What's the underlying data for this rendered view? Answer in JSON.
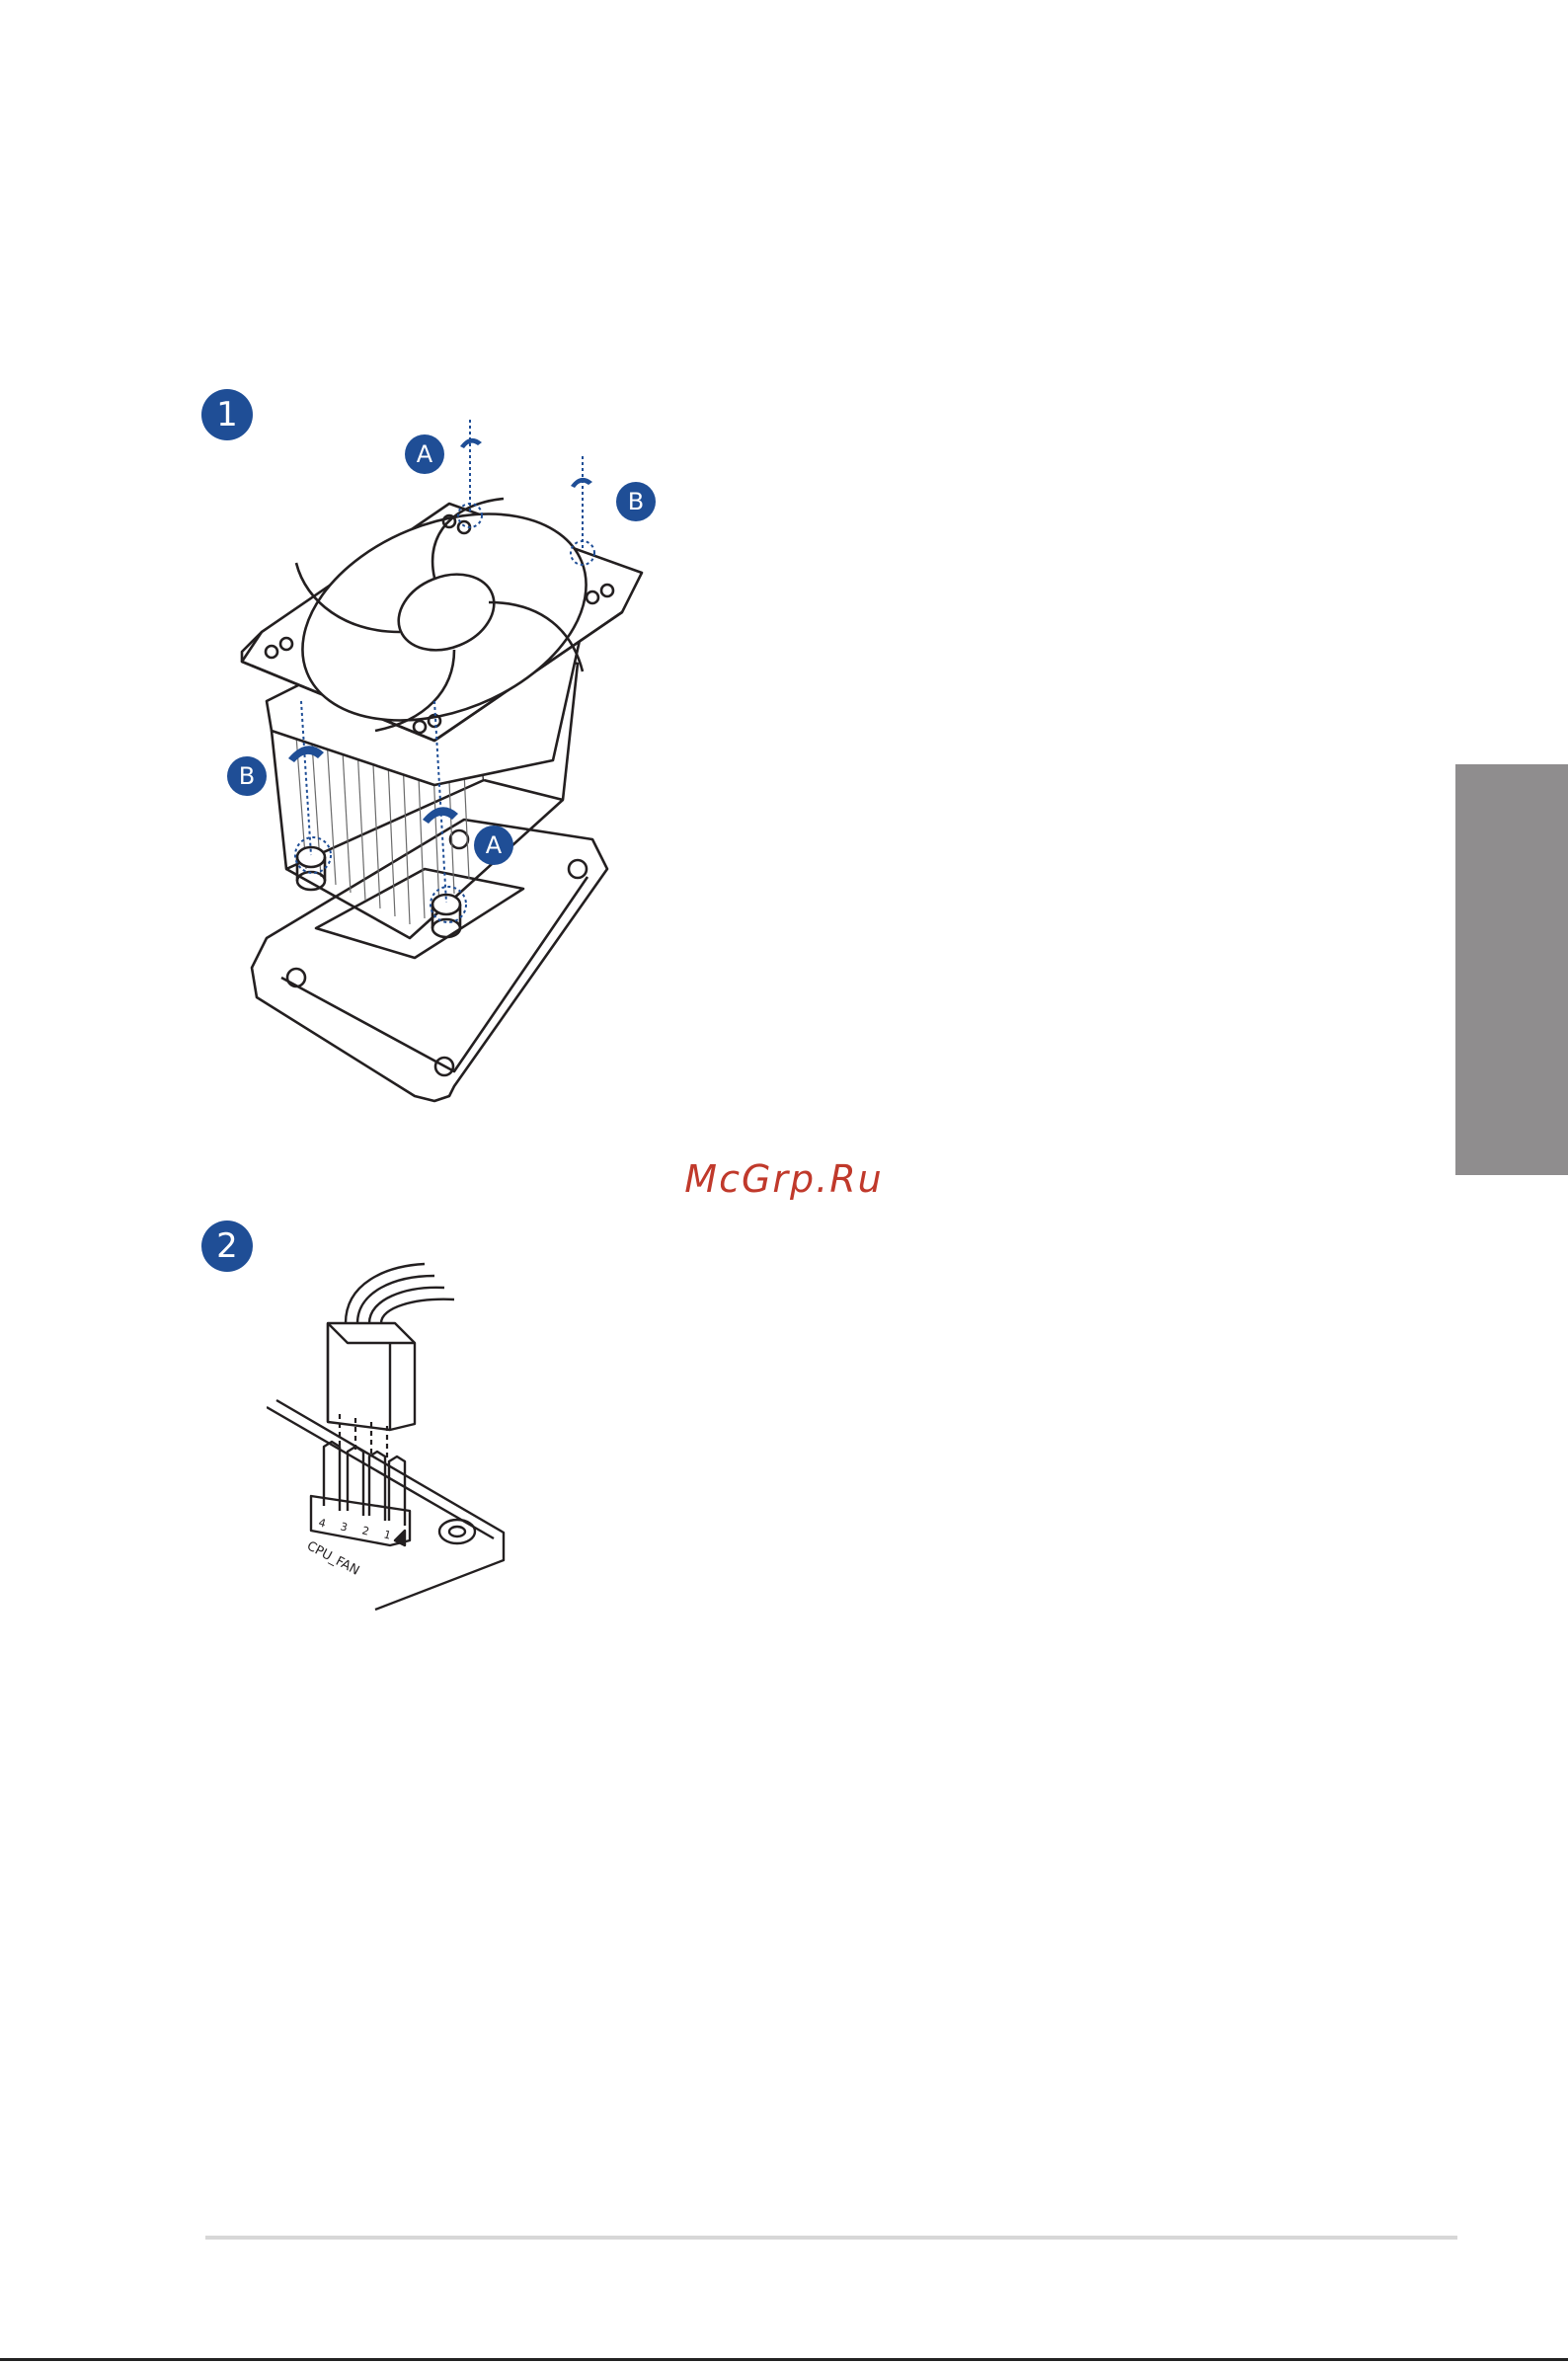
{
  "steps": [
    {
      "number": "1"
    },
    {
      "number": "2"
    }
  ],
  "figure1": {
    "callouts": [
      "A",
      "B",
      "B",
      "A"
    ]
  },
  "figure2": {
    "header_label": "CPU_FAN",
    "pin_numbers": [
      "4",
      "3",
      "2",
      "1"
    ]
  },
  "watermark": "McGrp.Ru",
  "colors": {
    "accent": "#1f4e96",
    "watermark": "#c0392b",
    "side_tab": "#8f8d8e",
    "line": "#231f20"
  }
}
